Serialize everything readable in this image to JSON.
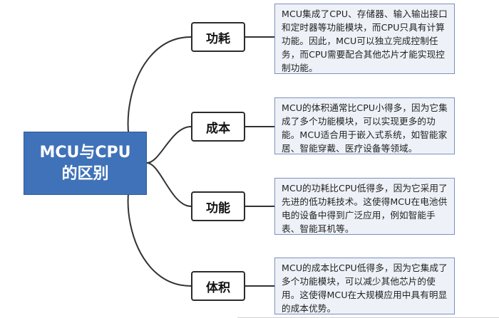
{
  "root": {
    "line1": "MCU与CPU",
    "line2": "的区别"
  },
  "branches": [
    {
      "label": "功耗",
      "description": "MCU集成了CPU、存储器、输入输出接口和定时器等功能模块，而CPU只具有计算功能。因此，MCU可以独立完成控制任务，而CPU需要配合其他芯片才能实现控制功能。"
    },
    {
      "label": "成本",
      "description": "MCU的体积通常比CPU小得多，因为它集成了多个功能模块，可以实现更多的功能。MCU适合用于嵌入式系统，如智能家居、智能穿戴、医疗设备等领域。"
    },
    {
      "label": "功能",
      "description": "MCU的功耗比CPU低得多，因为它采用了先进的低功耗技术。这使得MCU在电池供电的设备中得到广泛应用，例如智能手表、智能耳机等。"
    },
    {
      "label": "体积",
      "description": "MCU的成本比CPU低得多，因为它集成了多个功能模块，可以减少其他芯片的使用。这使得MCU在大规模应用中具有明显的成本优势。"
    }
  ],
  "colors": {
    "root_fill": "#3f72b8",
    "leaf_fill": "#eef2f8",
    "leaf_border": "#7c8fbf",
    "link": "#333333"
  }
}
